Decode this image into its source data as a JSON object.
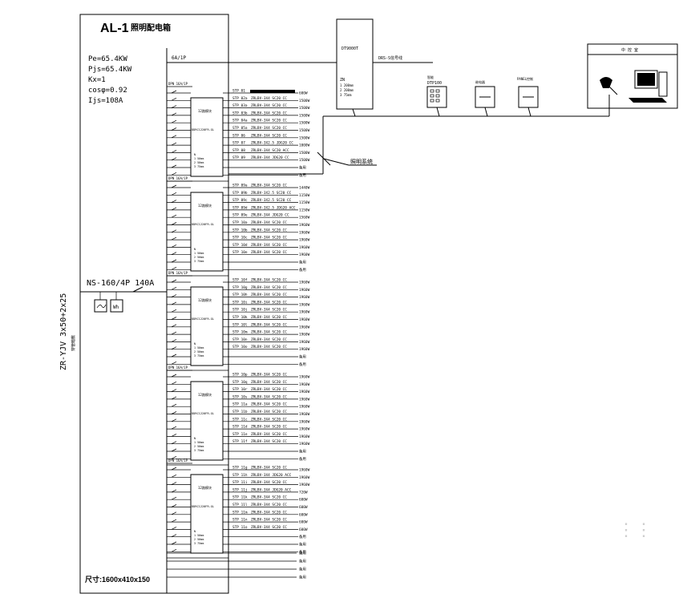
{
  "panel": {
    "code": "AL-1",
    "name": "照明配电箱",
    "params": [
      "Pe=65.4KW",
      "Pjs=65.4KW",
      "Kx=1",
      "cosφ=0.92",
      "Ijs=108A"
    ],
    "size": "尺寸:1600x410x150"
  },
  "incoming": {
    "cable": "ZR-YJV 3x50+2x25",
    "breaker": "NS-160/4P 140A",
    "note": "穿管暗敷",
    "meter": "Wh"
  },
  "top_branch": {
    "label": "6A/1P"
  },
  "center_note": "照明系统",
  "network": {
    "controller": {
      "label": "DT9000T",
      "items": [
        "ZN",
        "1 200mm",
        "2 200mm",
        "3 75mm"
      ]
    },
    "bus_label": "DRS-S信号线",
    "device1": {
      "label": "DTP100",
      "top": "智能"
    },
    "device2": {
      "top": "继电器"
    },
    "device3": {
      "top": "PANEL控制"
    },
    "pc": {
      "title": "中 控 室"
    }
  },
  "groups": [
    {
      "breaker": "DPN 16A/1P",
      "module": "12路模块",
      "module_code": "DDRC1220FR-GL",
      "sub": [
        "N",
        "1 50mm",
        "2 50mm",
        "3 75mm"
      ],
      "circuits": [
        {
          "id": "STP 01",
          "cable": "",
          "load": "600W"
        },
        {
          "id": "STP 02a",
          "cable": "ZRLBV-3X4 SC20 CC",
          "load": "1500W"
        },
        {
          "id": "STP 03a",
          "cable": "ZRLBV-3X4 SC20 CC",
          "load": "1500W"
        },
        {
          "id": "STP 03b",
          "cable": "ZRLBV-3X4 SC20 CC",
          "load": "1500W"
        },
        {
          "id": "STP 04a",
          "cable": "ZRLBV-3X4 SC20 CC",
          "load": "1500W"
        },
        {
          "id": "STP 05a",
          "cable": "ZRLBV-3X4 SC20 CC",
          "load": "1500W"
        },
        {
          "id": "STP 06",
          "cable": "ZRLBV-3X4 SC20 CC",
          "load": "1500W"
        },
        {
          "id": "STP 07",
          "cable": "ZRLBV-3X2.5 JDG20 CC",
          "load": "1000W"
        },
        {
          "id": "STP 08",
          "cable": "ZRLBV-3X4 SC20 ACC",
          "load": "1500W"
        },
        {
          "id": "STP 09",
          "cable": "ZRLBV-3X4 JDG20 CC",
          "load": "1500W"
        },
        {
          "id": "",
          "cable": "",
          "load": "备用"
        },
        {
          "id": "",
          "cable": "",
          "load": "备用"
        }
      ]
    },
    {
      "breaker": "DPN 16A/1P",
      "module": "12路模块",
      "module_code": "DDRC1220FR-GL",
      "sub": [
        "N",
        "1 50mm",
        "2 50mm",
        "3 75mm"
      ],
      "circuits": [
        {
          "id": "STP 09a",
          "cable": "ZRLBV-3X4 SC20 CC",
          "load": "1440W"
        },
        {
          "id": "STP 09b",
          "cable": "ZRLBV-3X2.5 SC20 CC",
          "load": "1150W"
        },
        {
          "id": "STP 09c",
          "cable": "ZRLBV-3X2.5 SC20 CC",
          "load": "1150W"
        },
        {
          "id": "STP 09d",
          "cable": "ZRLBV-3X2.5 JDG20 ACC",
          "load": "1150W"
        },
        {
          "id": "STP 09e",
          "cable": "ZRLBV-3X4 JDG20 CC",
          "load": "1560W"
        },
        {
          "id": "STP 10a",
          "cable": "ZRLBV-3X4 SC20 CC",
          "load": "1960W"
        },
        {
          "id": "STP 10b",
          "cable": "ZRLBV-3X4 SC20 CC",
          "load": "1960W"
        },
        {
          "id": "STP 10c",
          "cable": "ZRLBV-3X4 SC20 CC",
          "load": "1960W"
        },
        {
          "id": "STP 10d",
          "cable": "ZRLBV-3X4 SC20 CC",
          "load": "1960W"
        },
        {
          "id": "STP 10e",
          "cable": "ZRLBV-3X4 SC20 CC",
          "load": "1960W"
        },
        {
          "id": "",
          "cable": "",
          "load": "备用"
        },
        {
          "id": "",
          "cable": "",
          "load": "备用"
        }
      ]
    },
    {
      "breaker": "DPN 16A/1P",
      "module": "12路模块",
      "module_code": "DDRC1220FR-GL",
      "sub": [
        "N",
        "1 50mm",
        "2 50mm",
        "3 75mm"
      ],
      "circuits": [
        {
          "id": "STP 10f",
          "cable": "ZRLBV-3X4 SC20 CC",
          "load": "1960W"
        },
        {
          "id": "STP 10g",
          "cable": "ZRLBV-3X4 SC20 CC",
          "load": "1960W"
        },
        {
          "id": "STP 10h",
          "cable": "ZRLBV-3X4 SC20 CC",
          "load": "1960W"
        },
        {
          "id": "STP 10i",
          "cable": "ZRLBV-3X4 SC20 CC",
          "load": "1960W"
        },
        {
          "id": "STP 10j",
          "cable": "ZRLBV-3X4 SC20 CC",
          "load": "1960W"
        },
        {
          "id": "STP 10k",
          "cable": "ZRLBV-3X4 SC20 CC",
          "load": "1960W"
        },
        {
          "id": "STP 10l",
          "cable": "ZRLBV-3X4 SC20 CC",
          "load": "1960W"
        },
        {
          "id": "STP 10m",
          "cable": "ZRLBV-3X4 SC20 CC",
          "load": "1960W"
        },
        {
          "id": "STP 10n",
          "cable": "ZRLBV-3X4 SC20 CC",
          "load": "1960W"
        },
        {
          "id": "STP 10o",
          "cable": "ZRLBV-3X4 SC20 CC",
          "load": "1960W"
        },
        {
          "id": "",
          "cable": "",
          "load": "备用"
        },
        {
          "id": "",
          "cable": "",
          "load": "备用"
        }
      ]
    },
    {
      "breaker": "DPN 16A/1P",
      "module": "12路模块",
      "module_code": "DDRC1220FR-GL",
      "sub": [
        "N",
        "1 50mm",
        "2 50mm",
        "3 75mm"
      ],
      "circuits": [
        {
          "id": "STP 10p",
          "cable": "ZRLBV-3X4 SC20 CC",
          "load": "1960W"
        },
        {
          "id": "STP 10q",
          "cable": "ZRLBV-3X4 SC20 CC",
          "load": "1960W"
        },
        {
          "id": "STP 10r",
          "cable": "ZRLBV-3X4 SC20 CC",
          "load": "1960W"
        },
        {
          "id": "STP 10s",
          "cable": "ZRLBV-3X4 SC20 CC",
          "load": "1960W"
        },
        {
          "id": "STP 11a",
          "cable": "ZRLBV-3X4 SC20 CC",
          "load": "1960W"
        },
        {
          "id": "STP 11b",
          "cable": "ZRLBV-3X4 SC20 CC",
          "load": "1960W"
        },
        {
          "id": "STP 11c",
          "cable": "ZRLBV-3X4 SC20 CC",
          "load": "1960W"
        },
        {
          "id": "STP 11d",
          "cable": "ZRLBV-3X4 SC20 CC",
          "load": "1960W"
        },
        {
          "id": "STP 11e",
          "cable": "ZRLBV-3X4 SC20 CC",
          "load": "1960W"
        },
        {
          "id": "STP 11f",
          "cable": "ZRLBV-3X4 SC20 CC",
          "load": "1960W"
        },
        {
          "id": "",
          "cable": "",
          "load": "备用"
        },
        {
          "id": "",
          "cable": "",
          "load": "备用"
        }
      ]
    },
    {
      "breaker": "DPN 16A/1P",
      "module": "12路模块",
      "module_code": "DDRC1220FR-GL",
      "sub": [
        "N",
        "1 50mm",
        "2 50mm",
        "3 75mm"
      ],
      "circuits": [
        {
          "id": "STP 11g",
          "cable": "ZRLBV-3X4 SC20 CC",
          "load": "1960W"
        },
        {
          "id": "STP 11h",
          "cable": "ZRLBV-3X4 JDG20 ACC",
          "load": "1960W"
        },
        {
          "id": "STP 11i",
          "cable": "ZRLBV-3X4 SC20 CC",
          "load": "1960W"
        },
        {
          "id": "STP 11j",
          "cable": "ZRLBV-3X4 JDG20 ACC",
          "load": "720W"
        },
        {
          "id": "STP 11k",
          "cable": "ZRLBV-3X4 SC20 CC",
          "load": "600W"
        },
        {
          "id": "STP 11l",
          "cable": "ZRLBV-3X4 SC20 CC",
          "load": "600W"
        },
        {
          "id": "STP 11m",
          "cable": "ZRLBV-3X4 SC20 CC",
          "load": "600W"
        },
        {
          "id": "STP 11n",
          "cable": "ZRLBV-3X4 SC20 CC",
          "load": "600W"
        },
        {
          "id": "STP 11o",
          "cable": "ZRLBV-3X4 SC20 CC",
          "load": "600W"
        },
        {
          "id": "",
          "cable": "",
          "load": "备用"
        },
        {
          "id": "",
          "cable": "",
          "load": "备用"
        },
        {
          "id": "",
          "cable": "",
          "load": "备用"
        }
      ]
    }
  ],
  "extra_spares": [
    "备用",
    "备用",
    "备用",
    "备用"
  ]
}
